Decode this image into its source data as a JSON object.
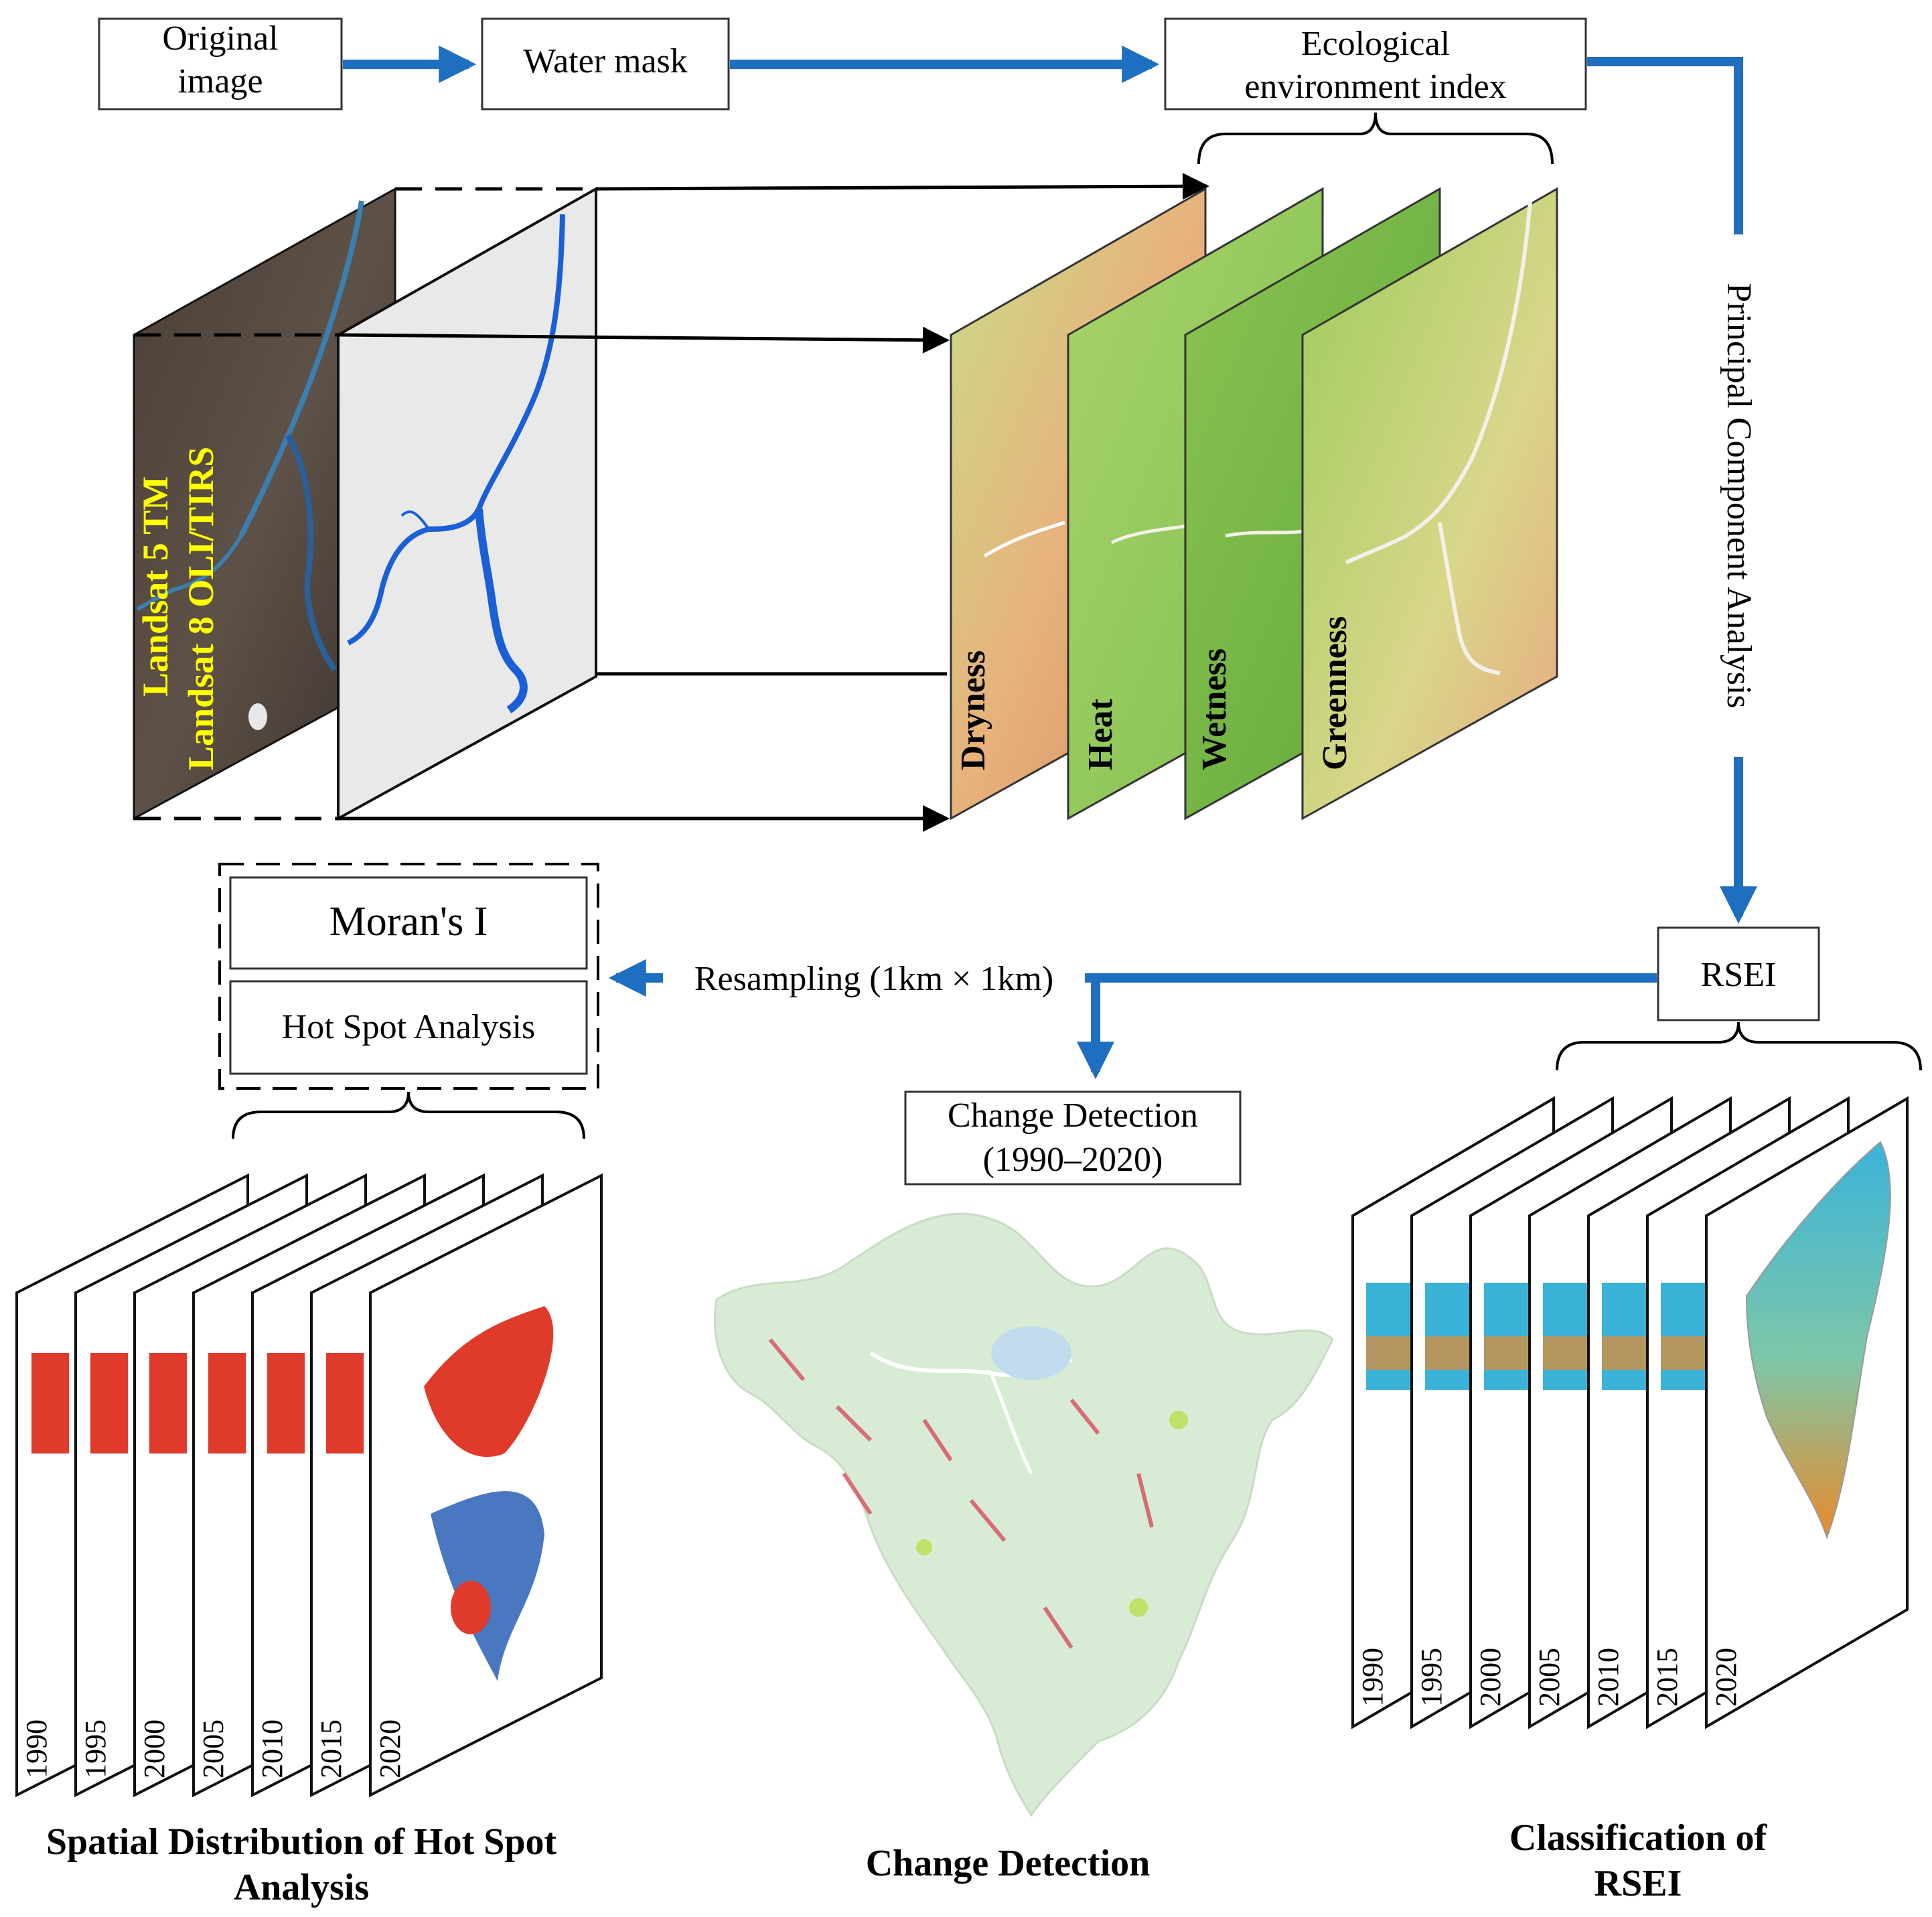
{
  "boxes": {
    "original_line1": "Original",
    "original_line2": "image",
    "water_mask": "Water mask",
    "eco_line1": "Ecological",
    "eco_line2": "environment index",
    "rsei": "RSEI",
    "morans": "Moran's I",
    "hotspot": "Hot Spot Analysis",
    "change_line1": "Change Detection",
    "change_line2": "(1990–2020)"
  },
  "labels": {
    "pca": "Principal Component Analysis",
    "resampling": "Resampling (1km × 1km)",
    "landsat5": "Landsat 5 TM",
    "landsat8": "Landsat 8 OLI/TIRS"
  },
  "indices": [
    "Dryness",
    "Heat",
    "Wetness",
    "Greenness"
  ],
  "years": [
    "1990",
    "1995",
    "2000",
    "2005",
    "2010",
    "2015",
    "2020"
  ],
  "captions": {
    "hotspot_line1": "Spatial Distribution of Hot Spot",
    "hotspot_line2": "Analysis",
    "change": "Change Detection",
    "rsei_line1": "Classification of",
    "rsei_line2": "RSEI"
  },
  "colors": {
    "flow_arrow": "#1f6fc0",
    "water": "#1a5fd8",
    "hot": "#e03a2a",
    "cold": "#4a78c0",
    "label_yellow": "#ffff00"
  }
}
